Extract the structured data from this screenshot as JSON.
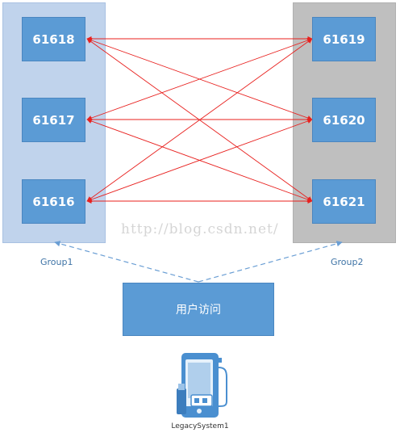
{
  "groups": {
    "group1": {
      "label": "Group1",
      "nodes": [
        "61618",
        "61617",
        "61616"
      ]
    },
    "group2": {
      "label": "Group2",
      "nodes": [
        "61619",
        "61620",
        "61621"
      ]
    }
  },
  "connections": "all-to-all bidirectional",
  "user_access": "用户访问",
  "legacy_system": {
    "label": "LegacySystem1",
    "icon": "phone-with-usb-drive-icon"
  },
  "watermark": "http://blog.csdn.net/",
  "colors": {
    "node_fill": "#5b9bd5",
    "group1_panel": "#c0d3ec",
    "group2_panel": "#bfbfbf",
    "arrow": "#e8201e",
    "dashed_link": "#6a9ed4",
    "label": "#3e73a6"
  }
}
